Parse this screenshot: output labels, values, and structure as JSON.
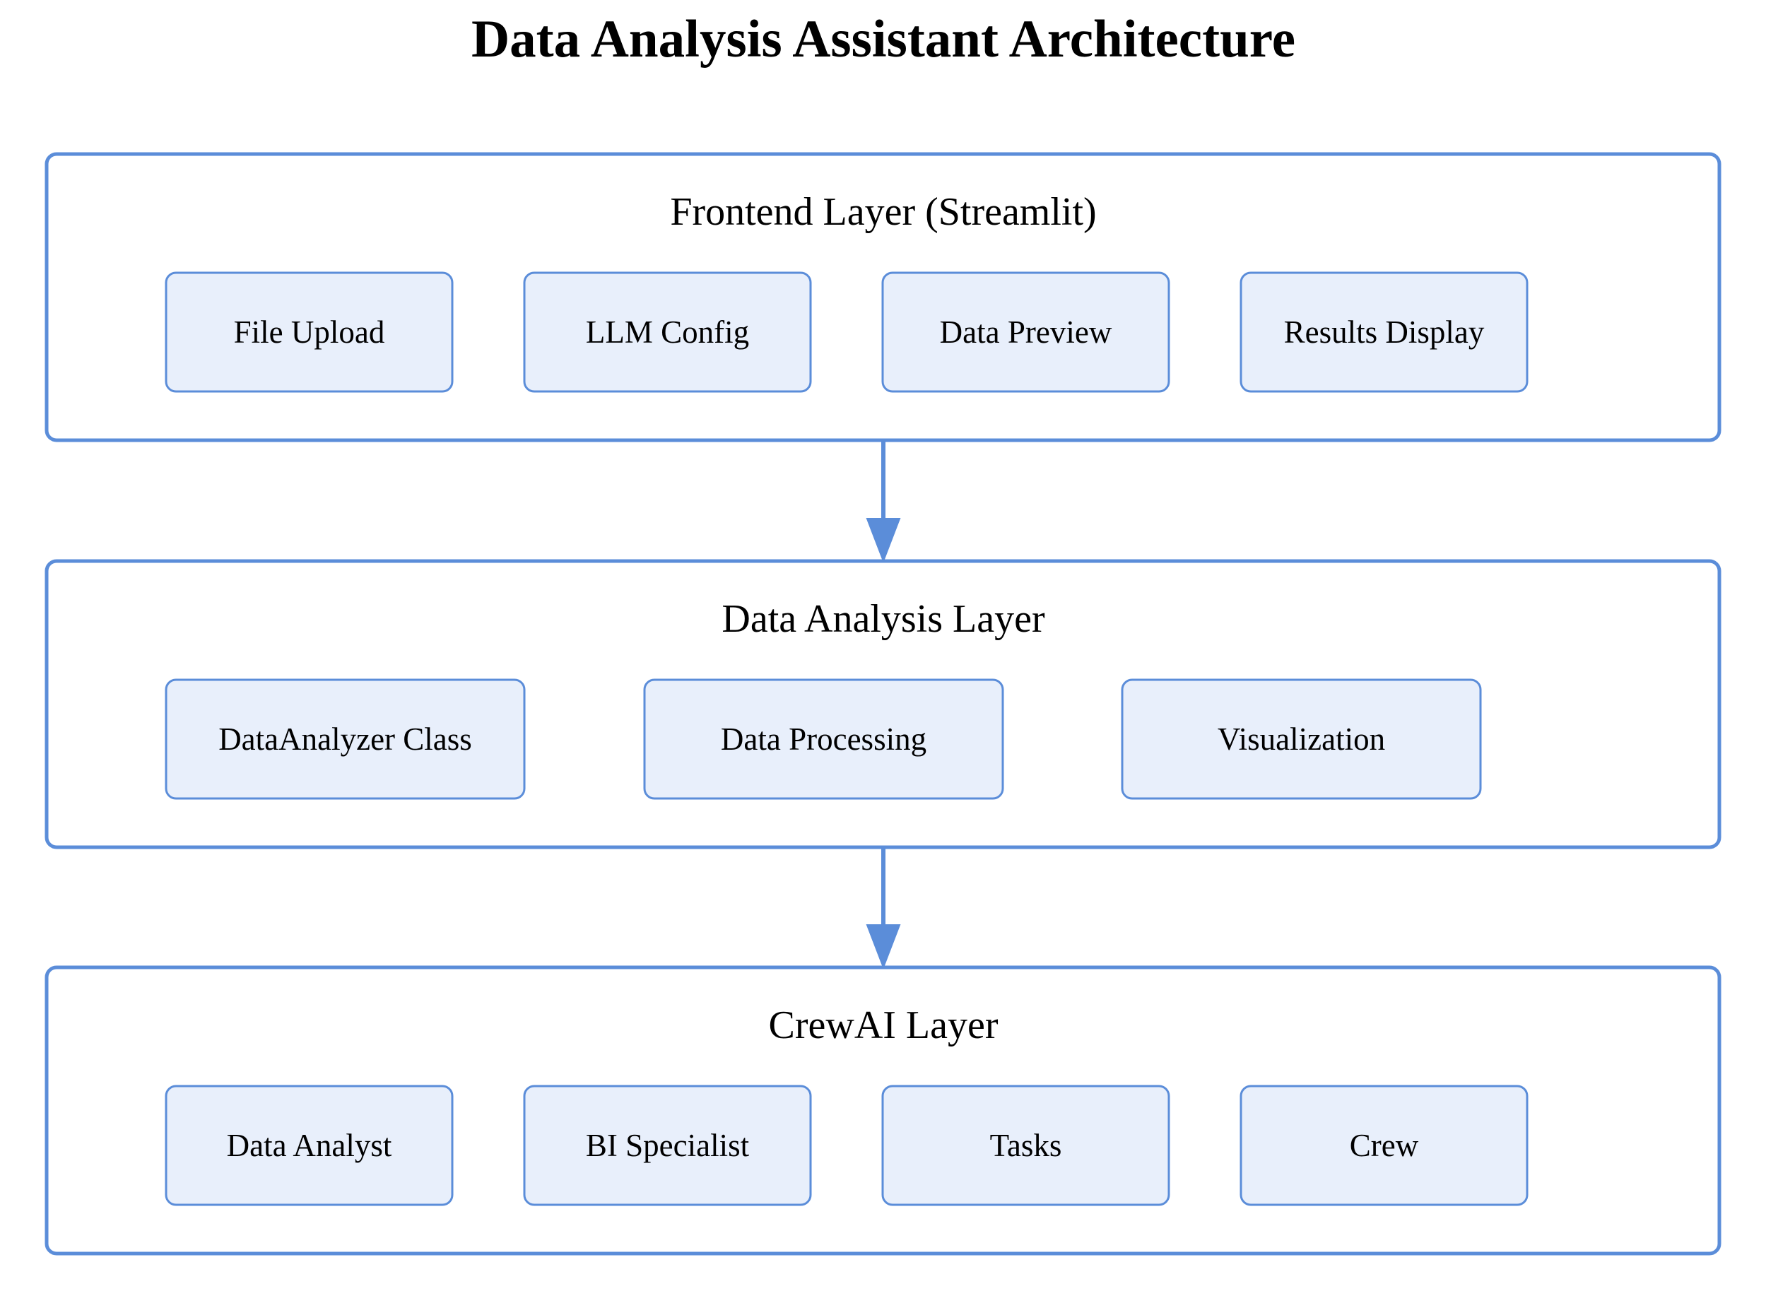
{
  "title": "Data Analysis Assistant Architecture",
  "colors": {
    "stroke": "#5B8DD9",
    "component_fill": "#E8EFFB",
    "layer_fill": "#FFFFFF",
    "text": "#000000"
  },
  "layers": [
    {
      "title": "Frontend Layer (Streamlit)",
      "components": [
        "File Upload",
        "LLM Config",
        "Data Preview",
        "Results Display"
      ]
    },
    {
      "title": "Data Analysis Layer",
      "components": [
        "DataAnalyzer Class",
        "Data Processing",
        "Visualization"
      ]
    },
    {
      "title": "CrewAI Layer",
      "components": [
        "Data Analyst",
        "BI Specialist",
        "Tasks",
        "Crew"
      ]
    }
  ],
  "edges": [
    {
      "from": "Frontend Layer (Streamlit)",
      "to": "Data Analysis Layer"
    },
    {
      "from": "Data Analysis Layer",
      "to": "CrewAI Layer"
    }
  ]
}
